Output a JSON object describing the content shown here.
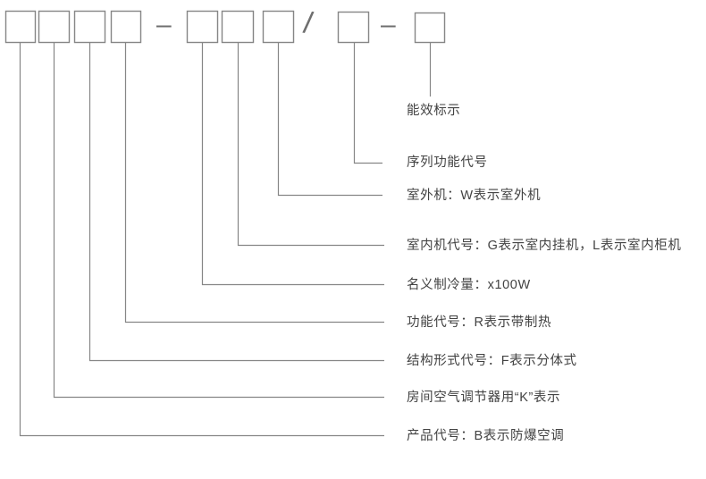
{
  "diagram": {
    "description_pattern": "□□□□–□□□/□–□",
    "separators": [
      "–",
      "/",
      "–"
    ],
    "labels": [
      "能效标示",
      "序列功能代号",
      "室外机：W表示室外机",
      "室内机代号：G表示室内挂机，L表示室内柜机",
      "名义制冷量：x100W",
      "功能代号：R表示带制热",
      "结构形式代号：F表示分体式",
      "房间空气调节器用“K”表示",
      "产品代号：B表示防爆空调"
    ],
    "colors": {
      "background": "#ffffff",
      "line": "#868686",
      "text": "#424242"
    }
  }
}
